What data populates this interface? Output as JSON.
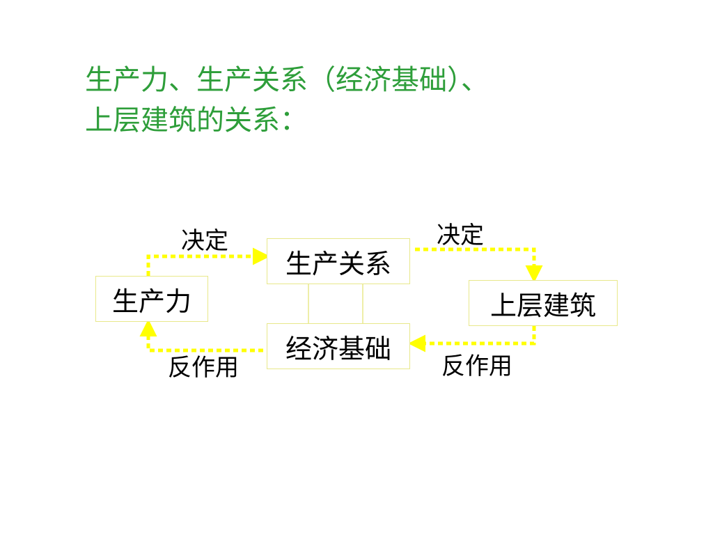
{
  "title": {
    "line1": "生产力、生产关系（经济基础）、",
    "line2": "上层建筑的关系："
  },
  "nodes": {
    "productivity": "生产力",
    "relations": "生产关系",
    "economic_base": "经济基础",
    "superstructure": "上层建筑"
  },
  "edges": {
    "decide_left": "决定",
    "decide_right": "决定",
    "react_left": "反作用",
    "react_right": "反作用"
  },
  "colors": {
    "title": "#2e9e3a",
    "arrow": "#ffff00",
    "box_border": "#e8e88a"
  }
}
